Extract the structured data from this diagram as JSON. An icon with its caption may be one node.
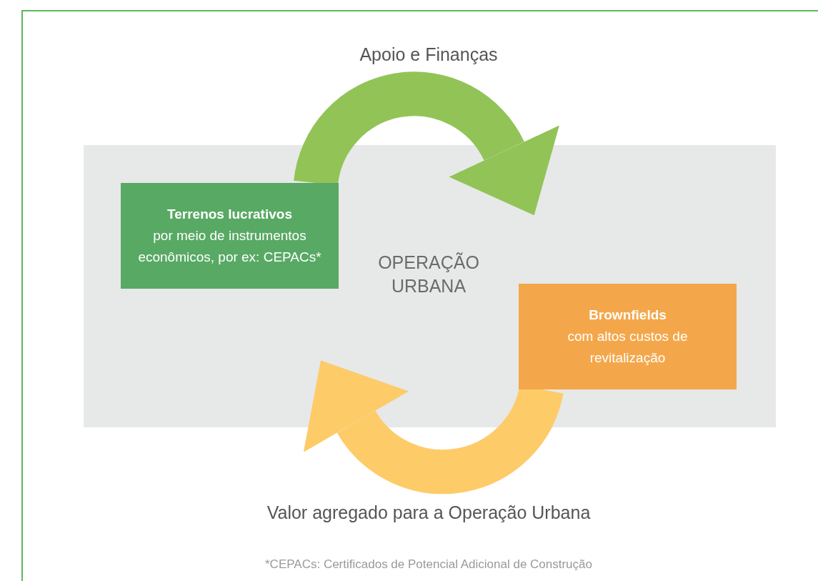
{
  "diagram": {
    "nodes": [
      {
        "text": [
          "OPERAÇÃO URBANA"
        ]
      },
      {
        "text": [
          "Terrenos lucrativos",
          "por meio de instrumentos econômicos, por ex: CEPACs*"
        ],
        "in": 0
      },
      {
        "text": [
          "Brownfields",
          "com altos custos de revitalização"
        ],
        "in": 0
      }
    ],
    "edges": [
      {
        "from": 1,
        "to": 2,
        "arrow": "to",
        "label": "Apoio e Finanças",
        "color": "#92c357"
      },
      {
        "from": 2,
        "to": 1,
        "arrow": "to",
        "label": "Valor agregado para a Operação Urbana",
        "color": "#fecb69"
      }
    ],
    "caption": "*CEPACs: Certificados de Potencial Adicional de Construção"
  }
}
